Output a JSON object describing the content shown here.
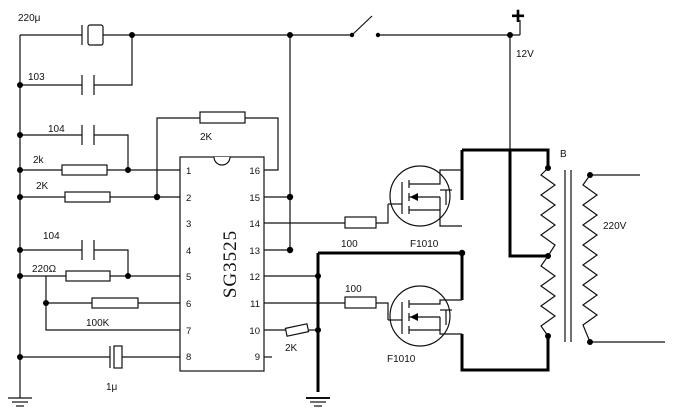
{
  "ic": {
    "name": "SG3525"
  },
  "pins_left": [
    "1",
    "2",
    "3",
    "4",
    "5",
    "6",
    "7",
    "8"
  ],
  "pins_right": [
    "16",
    "15",
    "14",
    "13",
    "12",
    "11",
    "10",
    "9"
  ],
  "labels": {
    "c1": "220μ",
    "c2": "103",
    "c3": "104",
    "r_2k_a": "2k",
    "r_2k_b": "2K",
    "c4": "104",
    "r_220": "220Ω",
    "r_100k": "100K",
    "c5": "1μ",
    "r_feedback": "2K",
    "r_gate_top": "100",
    "r_gate_bot": "100",
    "q1": "F1010",
    "q2": "F1010",
    "r_pin10": "2K",
    "supply_sign": "+",
    "supply": "12V",
    "transformer": "B",
    "output": "220V"
  }
}
